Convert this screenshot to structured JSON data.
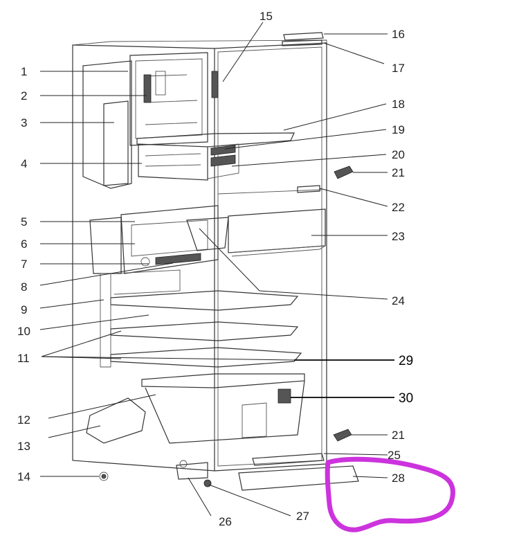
{
  "diagram": {
    "callouts": [
      "1",
      "2",
      "3",
      "4",
      "5",
      "6",
      "7",
      "8",
      "9",
      "10",
      "11",
      "12",
      "13",
      "14",
      "15",
      "16",
      "17",
      "18",
      "19",
      "20",
      "21",
      "21",
      "22",
      "23",
      "24",
      "25",
      "26",
      "27",
      "28",
      "29",
      "30"
    ],
    "highlight_color": "#cc33dd",
    "line_color": "#222222"
  }
}
